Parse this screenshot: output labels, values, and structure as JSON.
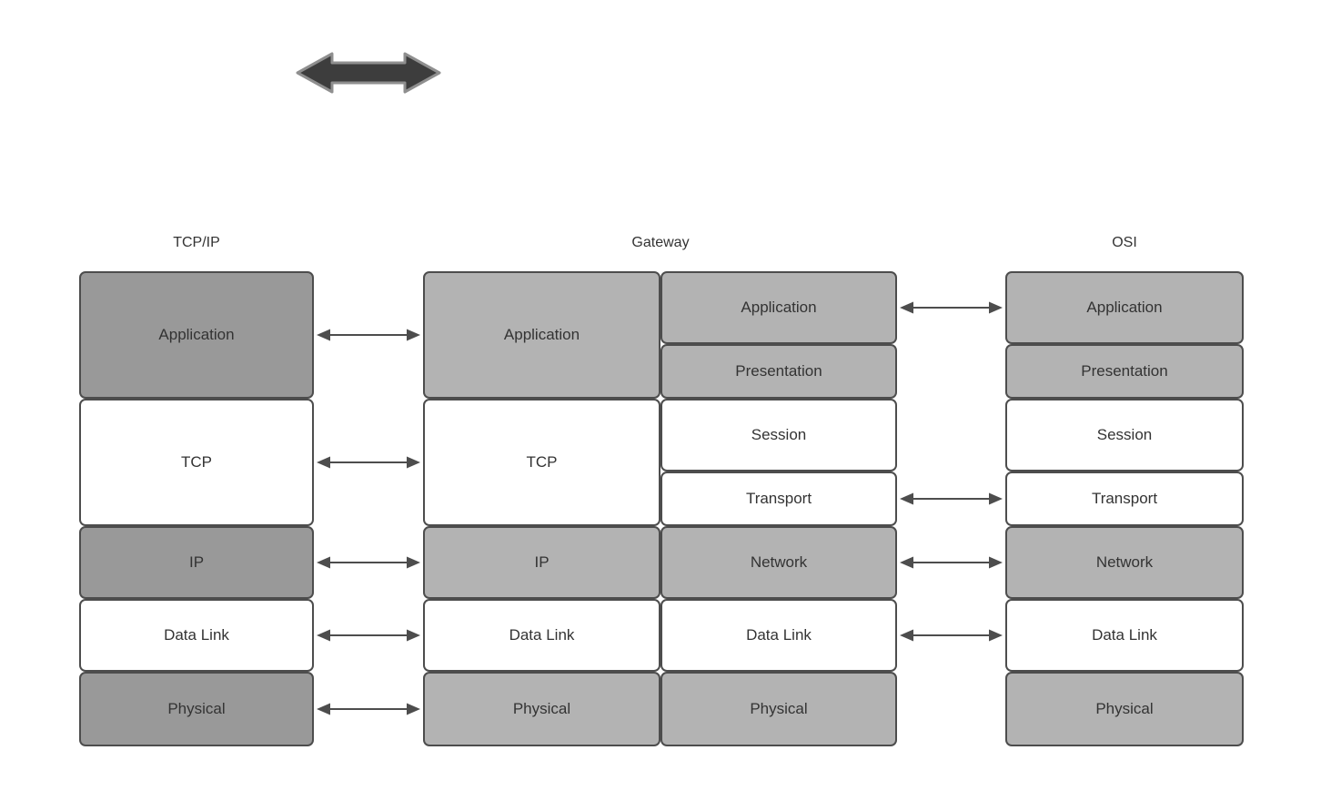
{
  "diagram": {
    "colors": {
      "dark_gray_fill": "#999999",
      "light_gray_fill": "#b3b3b3",
      "white_fill": "#ffffff",
      "border": "#4d4d4d",
      "arrow_line": "#4d4d4d",
      "text": "#333333",
      "thick_arrow_fill": "#3d3d3d",
      "thick_arrow_stroke": "#8f8f8f"
    },
    "top_icon": "bidirectional-arrow",
    "columns": {
      "tcpip": {
        "title": "TCP/IP",
        "layers": [
          {
            "label": "Application",
            "fill": "dark",
            "h": 140
          },
          {
            "label": "TCP",
            "fill": "white",
            "h": 140
          },
          {
            "label": "IP",
            "fill": "dark",
            "h": 80
          },
          {
            "label": "Data Link",
            "fill": "white",
            "h": 80
          },
          {
            "label": "Physical",
            "fill": "dark",
            "h": 82
          }
        ]
      },
      "gateway": {
        "title": "Gateway",
        "left_layers": [
          {
            "label": "Application",
            "fill": "light",
            "h": 140
          },
          {
            "label": "TCP",
            "fill": "white",
            "h": 140
          },
          {
            "label": "IP",
            "fill": "light",
            "h": 80
          },
          {
            "label": "Data Link",
            "fill": "white",
            "h": 80
          },
          {
            "label": "Physical",
            "fill": "light",
            "h": 82
          }
        ],
        "right_layers": [
          {
            "label": "Application",
            "fill": "light",
            "h": 80
          },
          {
            "label": "Presentation",
            "fill": "light",
            "h": 60
          },
          {
            "label": "Session",
            "fill": "white",
            "h": 80
          },
          {
            "label": "Transport",
            "fill": "white",
            "h": 60
          },
          {
            "label": "Network",
            "fill": "light",
            "h": 80
          },
          {
            "label": "Data Link",
            "fill": "white",
            "h": 80
          },
          {
            "label": "Physical",
            "fill": "light",
            "h": 82
          }
        ]
      },
      "osi": {
        "title": "OSI",
        "layers": [
          {
            "label": "Application",
            "fill": "light",
            "h": 80
          },
          {
            "label": "Presentation",
            "fill": "light",
            "h": 60
          },
          {
            "label": "Session",
            "fill": "white",
            "h": 80
          },
          {
            "label": "Transport",
            "fill": "white",
            "h": 60
          },
          {
            "label": "Network",
            "fill": "light",
            "h": 80
          },
          {
            "label": "Data Link",
            "fill": "white",
            "h": 80
          },
          {
            "label": "Physical",
            "fill": "light",
            "h": 82
          }
        ]
      }
    },
    "links": {
      "tcpip_gateway": [
        "Application",
        "TCP",
        "IP",
        "Data Link",
        "Physical"
      ],
      "gateway_osi": [
        "Application",
        "Transport",
        "Network",
        "Data Link"
      ]
    }
  }
}
